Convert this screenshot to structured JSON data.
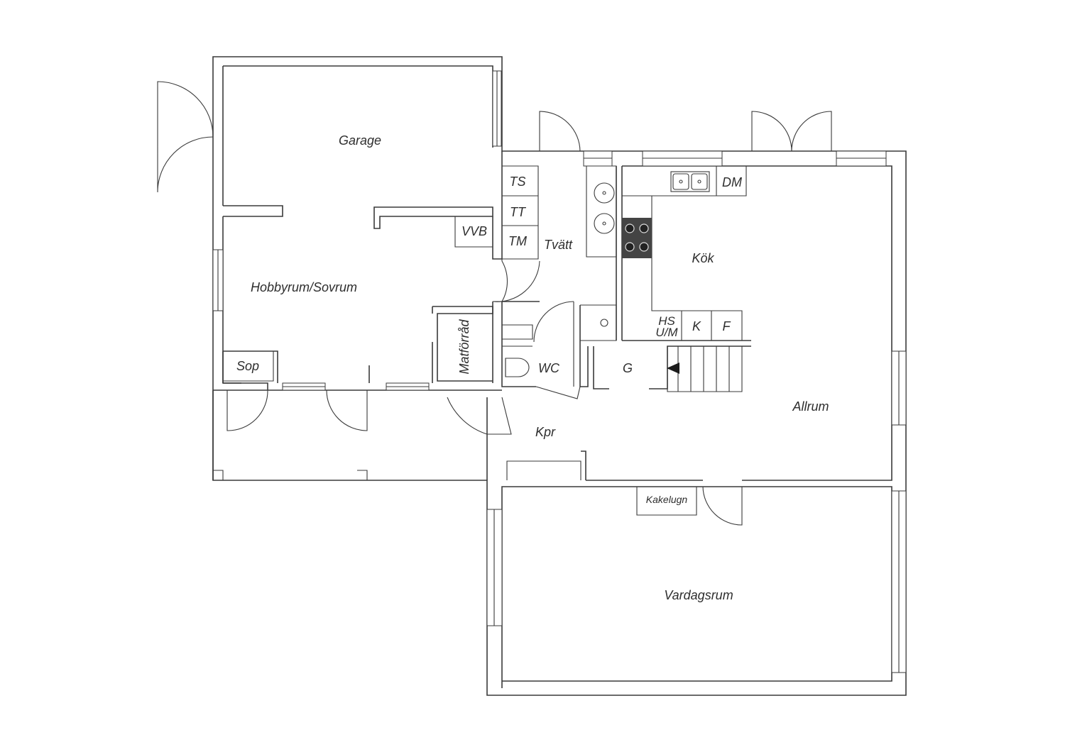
{
  "rooms": {
    "garage": "Garage",
    "hobbyrum": "Hobbyrum/Sovrum",
    "sop": "Sop",
    "vvb": "VVB",
    "matforrad": "Matförråd",
    "ts": "TS",
    "tt": "TT",
    "tm": "TM",
    "tvatt": "Tvätt",
    "wc": "WC",
    "kpr": "Kpr",
    "g": "G",
    "kok": "Kök",
    "dm": "DM",
    "hs": "HS",
    "um": "U/M",
    "k": "K",
    "f": "F",
    "allrum": "Allrum",
    "kakelugn": "Kakelugn",
    "vardagsrum": "Vardagsrum"
  },
  "icons": [
    "door-swing-icon",
    "window-icon",
    "sink-icon",
    "stove-icon",
    "toilet-icon",
    "stair-arrow-icon"
  ],
  "colors": {
    "line": "#3a3a3a",
    "text": "#2e2e2e",
    "stove": "#444444",
    "background": "#ffffff"
  }
}
